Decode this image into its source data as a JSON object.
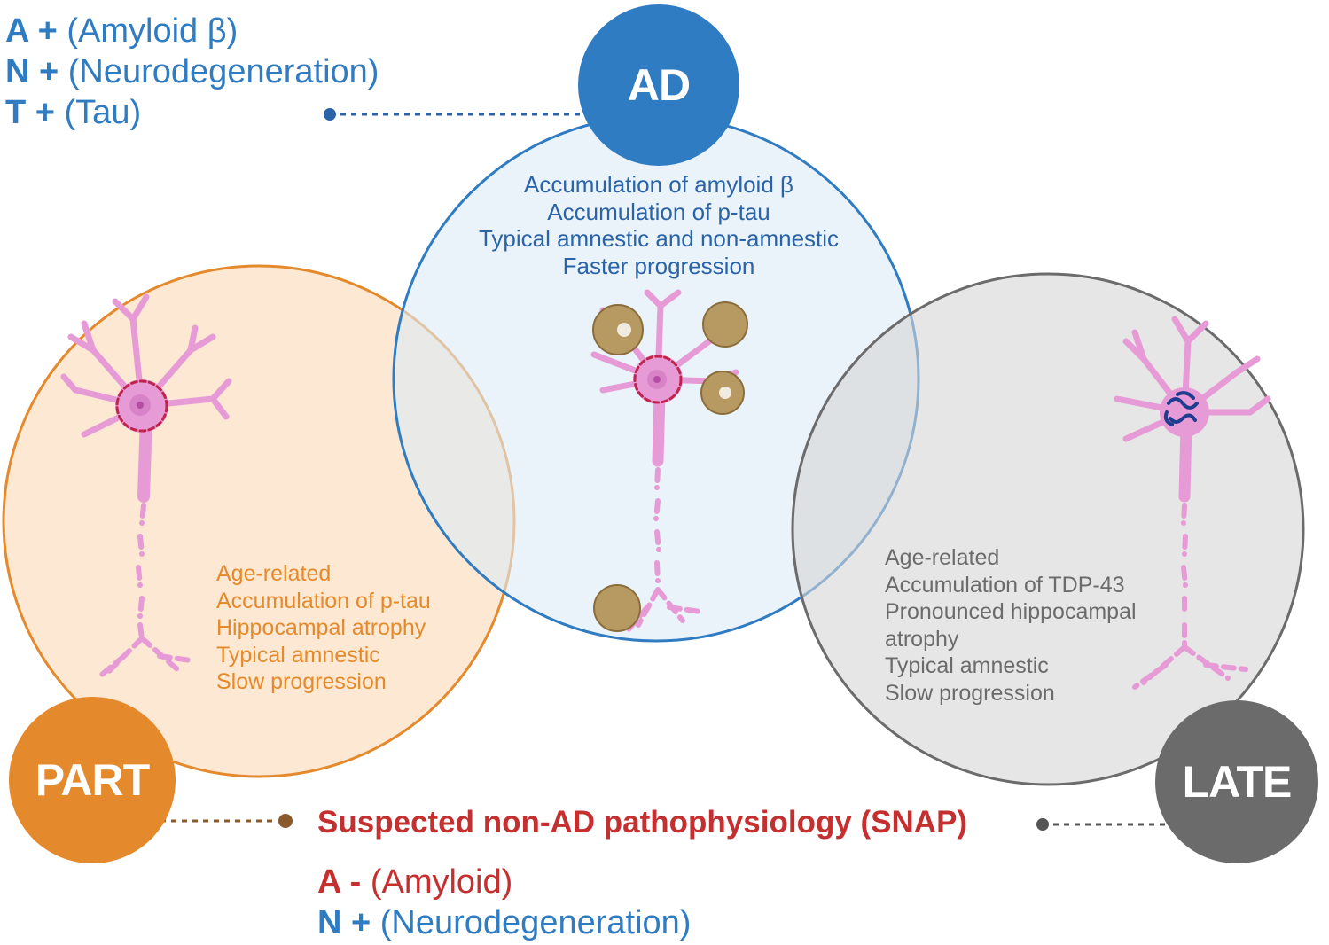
{
  "legend_top": [
    {
      "key": "A +",
      "desc": "(Amyloid β)"
    },
    {
      "key": "N +",
      "desc": "(Neurodegeneration)"
    },
    {
      "key": "T +",
      "desc": "(Tau)"
    }
  ],
  "ad": {
    "badge": "AD",
    "lines": [
      "Accumulation of amyloid β",
      "Accumulation of p-tau",
      "Typical amnestic and non-amnestic",
      "Faster progression"
    ]
  },
  "part": {
    "badge": "PART",
    "lines": [
      "Age-related",
      "Accumulation of p-tau",
      "Hippocampal atrophy",
      "Typical amnestic",
      "Slow progression"
    ]
  },
  "late": {
    "badge": "LATE",
    "lines": [
      "Age-related",
      "Accumulation of TDP-43",
      "Pronounced hippocampal",
      "atrophy",
      "Typical amnestic",
      "Slow progression"
    ]
  },
  "snap": {
    "title": "Suspected non-AD pathophysiology (SNAP)",
    "criteria": [
      {
        "key": "A -",
        "desc": "(Amyloid)"
      },
      {
        "key": "N +",
        "desc": "(Neurodegeneration)"
      }
    ]
  },
  "colors": {
    "ad": "#2f7cc3",
    "part": "#e5892d",
    "late": "#6b6b6b",
    "snap": "#c62f2f",
    "neuron": "#e79bd6"
  }
}
